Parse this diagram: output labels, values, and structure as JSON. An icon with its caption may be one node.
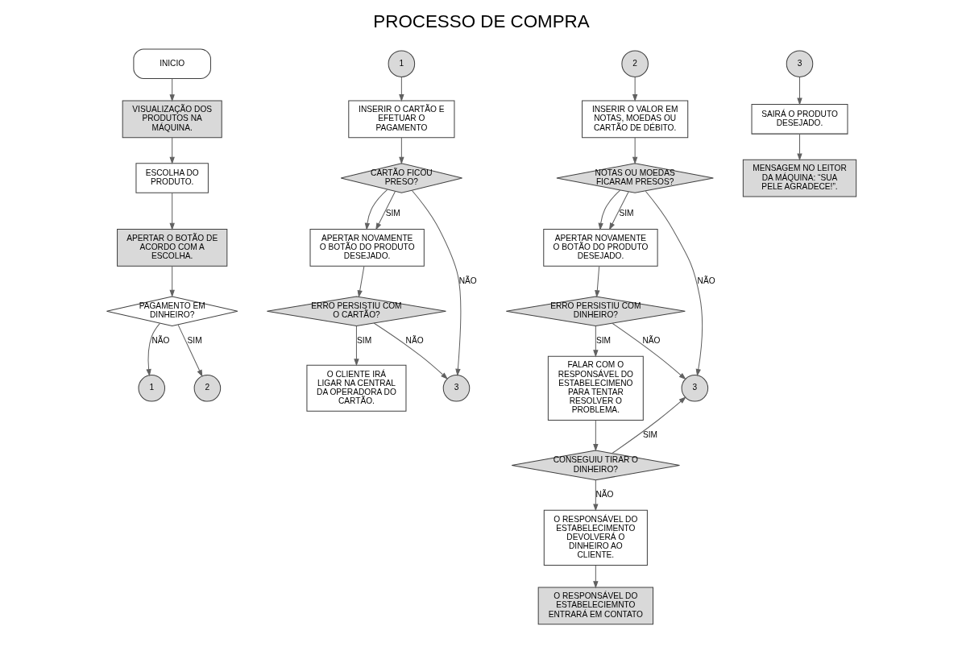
{
  "diagram": {
    "title": "PROCESSO DE COMPRA",
    "nodes": [
      {
        "text": [
          "INICIO"
        ]
      },
      {
        "text": [
          "VISUALIZAÇÃO DOS PRODUTOS NA MÁQUINA."
        ]
      },
      {
        "text": [
          "ESCOLHA DO PRODUTO."
        ]
      },
      {
        "text": [
          "APERTAR O BOTÃO DE ACORDO COM A ESCOLHA."
        ]
      },
      {
        "text": [
          "PAGAMENTO EM DINHEIRO?"
        ]
      },
      {
        "text": [
          "1"
        ]
      },
      {
        "text": [
          "2"
        ]
      },
      {
        "text": [
          "1"
        ]
      },
      {
        "text": [
          "INSERIR O CARTÃO E EFETUAR O PAGAMENTO"
        ]
      },
      {
        "text": [
          "CARTÃO FICOU PRESO?"
        ]
      },
      {
        "text": [
          "APERTAR NOVAMENTE O BOTÃO DO PRODUTO DESEJADO."
        ]
      },
      {
        "text": [
          "ERRO PERSISTIU COM O CARTÃO?"
        ]
      },
      {
        "text": [
          "3"
        ]
      },
      {
        "text": [
          "O CLIENTE IRÁ LIGAR NA CENTRAL DA OPERADORA DO CARTÃO."
        ]
      },
      {
        "text": [
          "2"
        ]
      },
      {
        "text": [
          "INSERIR O VALOR EM NOTAS, MOEDAS OU CARTÃO DE DÉBITO."
        ]
      },
      {
        "text": [
          "NOTAS OU MOEDAS FICARAM PRESOS?"
        ]
      },
      {
        "text": [
          "APERTAR NOVAMENTE O BOTÃO DO PRODUTO DESEJADO."
        ]
      },
      {
        "text": [
          "ERRO PERSISTIU COM DINHEIRO?"
        ]
      },
      {
        "text": [
          "3"
        ]
      },
      {
        "text": [
          "FALAR COM O RESPONSÁVEL DO ESTABELECIMENO PARA TENTAR RESOLVER O PROBLEMA."
        ]
      },
      {
        "text": [
          "CONSEGUIU TIRAR O DINHEIRO?"
        ]
      },
      {
        "text": [
          "O RESPONSÁVEL DO ESTABELECIMENTO DEVOLVERÁ O DINHEIRO AO CLIENTE."
        ]
      },
      {
        "text": [
          "O RESPONSÁVEL DO ESTABELECIEMNTO ENTRARÁ EM CONTATO"
        ]
      },
      {
        "text": [
          "3"
        ]
      },
      {
        "text": [
          "SAIRÁ O PRODUTO DESEJADO."
        ]
      },
      {
        "text": [
          "MENSAGEM NO LEITOR DA MÁQUINA: “SUA PELE AGRADECE!”."
        ]
      }
    ],
    "edges": [
      {
        "from": 0,
        "to": 1,
        "arrow": "to"
      },
      {
        "from": 1,
        "to": 2,
        "arrow": "to"
      },
      {
        "from": 2,
        "to": 3,
        "arrow": "to"
      },
      {
        "from": 3,
        "to": 4,
        "arrow": "to"
      },
      {
        "from": 4,
        "to": 5,
        "arrow": "to",
        "label": "NÃO"
      },
      {
        "from": 4,
        "to": 6,
        "arrow": "to",
        "label": "SIM"
      },
      {
        "from": 7,
        "to": 8,
        "arrow": "to"
      },
      {
        "from": 8,
        "to": 9,
        "arrow": "to"
      },
      {
        "from": 9,
        "to": 10,
        "arrow": "to"
      },
      {
        "from": 9,
        "to": 10,
        "arrow": "to",
        "label": "SIM"
      },
      {
        "from": 9,
        "to": 12,
        "arrow": "to",
        "label": "NÃO"
      },
      {
        "from": 10,
        "to": 11,
        "arrow": "to"
      },
      {
        "from": 11,
        "to": 12,
        "arrow": "to",
        "label": "NÃO"
      },
      {
        "from": 11,
        "to": 13,
        "arrow": "to",
        "label": "SIM"
      },
      {
        "from": 14,
        "to": 15,
        "arrow": "to"
      },
      {
        "from": 15,
        "to": 16,
        "arrow": "to"
      },
      {
        "from": 16,
        "to": 17,
        "arrow": "to"
      },
      {
        "from": 16,
        "to": 17,
        "arrow": "to",
        "label": "SIM"
      },
      {
        "from": 16,
        "to": 19,
        "arrow": "to",
        "label": "NÃO"
      },
      {
        "from": 17,
        "to": 18,
        "arrow": "to"
      },
      {
        "from": 18,
        "to": 19,
        "arrow": "to",
        "label": "NÃO"
      },
      {
        "from": 18,
        "to": 20,
        "arrow": "to",
        "label": "SIM"
      },
      {
        "from": 20,
        "to": 21,
        "arrow": "to"
      },
      {
        "from": 21,
        "to": 19,
        "arrow": "to",
        "label": "SIM"
      },
      {
        "from": 21,
        "to": 22,
        "arrow": "to",
        "label": "NÃO"
      },
      {
        "from": 22,
        "to": 23,
        "arrow": "to"
      },
      {
        "from": 24,
        "to": 25,
        "arrow": "to"
      },
      {
        "from": 25,
        "to": 26,
        "arrow": "to"
      }
    ]
  }
}
